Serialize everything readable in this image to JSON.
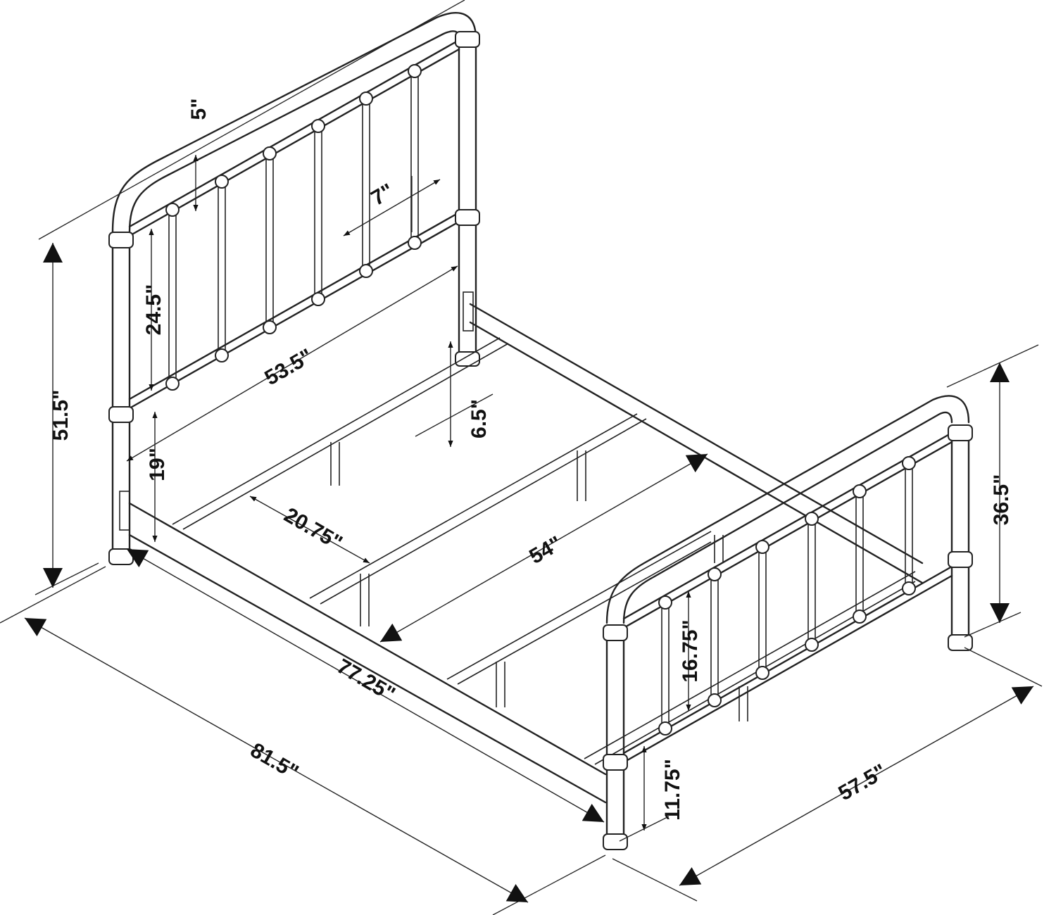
{
  "diagram": {
    "dimensions": {
      "headboard_height": "51.5\"",
      "headboard_panel_height": "24.5\"",
      "top_gap": "5\"",
      "slat_spacing": "7\"",
      "headboard_width": "53.5\"",
      "rail_drop": "6.5\"",
      "rail_height": "19\"",
      "slat_gap": "20.75\"",
      "inner_width": "54\"",
      "inner_length": "77.25\"",
      "overall_length": "81.5\"",
      "footboard_panel_height": "16.75\"",
      "footboard_clearance": "11.75\"",
      "footboard_height": "36.5\"",
      "overall_width": "57.5\""
    }
  }
}
